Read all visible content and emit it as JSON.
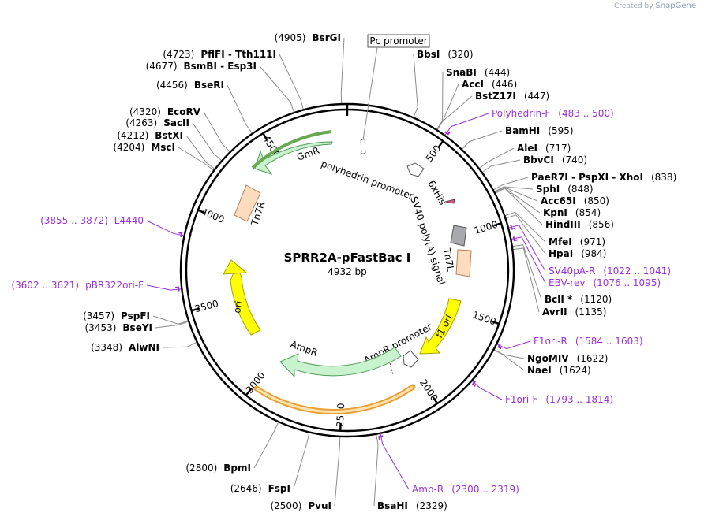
{
  "watermark": {
    "prefix": "Created by",
    "brand": "SnapGene"
  },
  "plasmid": {
    "name": "SPRR2A-pFastBac I",
    "size_label": "4932 bp",
    "length": 4932
  },
  "ticks": [
    {
      "pos": 500,
      "label": "500"
    },
    {
      "pos": 1000,
      "label": "1000"
    },
    {
      "pos": 1500,
      "label": "1500"
    },
    {
      "pos": 2000,
      "label": "2000"
    },
    {
      "pos": 2500,
      "label": "2500"
    },
    {
      "pos": 3000,
      "label": "3000"
    },
    {
      "pos": 3500,
      "label": "3500"
    },
    {
      "pos": 4000,
      "label": "4000"
    },
    {
      "pos": 4500,
      "label": "4500"
    }
  ],
  "sites": [
    {
      "pos": 4905,
      "name": "BsrGI",
      "coord": "(4905)"
    },
    {
      "pos": 4723,
      "name": "PflFI - Tth111I",
      "coord": "(4723)"
    },
    {
      "pos": 4677,
      "name": "BsmBI - Esp3I",
      "coord": "(4677)"
    },
    {
      "pos": 4456,
      "name": "BseRI",
      "coord": "(4456)"
    },
    {
      "pos": 4320,
      "name": "EcoRV",
      "coord": "(4320)"
    },
    {
      "pos": 4263,
      "name": "SacII",
      "coord": "(4263)"
    },
    {
      "pos": 4212,
      "name": "BstXI",
      "coord": "(4212)"
    },
    {
      "pos": 4204,
      "name": "MscI",
      "coord": "(4204)"
    },
    {
      "pos": 320,
      "name": "BbsI",
      "coord": "(320)"
    },
    {
      "pos": 444,
      "name": "SnaBI",
      "coord": "(444)"
    },
    {
      "pos": 446,
      "name": "AccI",
      "coord": "(446)"
    },
    {
      "pos": 447,
      "name": "BstZ17I",
      "coord": "(447)"
    },
    {
      "pos": 595,
      "name": "BamHI",
      "coord": "(595)"
    },
    {
      "pos": 717,
      "name": "AleI",
      "coord": "(717)"
    },
    {
      "pos": 740,
      "name": "BbvCI",
      "coord": "(740)"
    },
    {
      "pos": 838,
      "name": "PaeR7I - PspXI - XhoI",
      "coord": "(838)"
    },
    {
      "pos": 848,
      "name": "SphI",
      "coord": "(848)"
    },
    {
      "pos": 850,
      "name": "Acc65I",
      "coord": "(850)"
    },
    {
      "pos": 854,
      "name": "KpnI",
      "coord": "(854)"
    },
    {
      "pos": 856,
      "name": "HindIII",
      "coord": "(856)"
    },
    {
      "pos": 971,
      "name": "MfeI",
      "coord": "(971)"
    },
    {
      "pos": 984,
      "name": "HpaI",
      "coord": "(984)"
    },
    {
      "pos": 1120,
      "name": "BclI *",
      "coord": "(1120)"
    },
    {
      "pos": 1135,
      "name": "AvrII",
      "coord": "(1135)"
    },
    {
      "pos": 1622,
      "name": "NgoMIV",
      "coord": "(1622)"
    },
    {
      "pos": 1624,
      "name": "NaeI",
      "coord": "(1624)"
    },
    {
      "pos": 2329,
      "name": "BsaHI",
      "coord": "(2329)"
    },
    {
      "pos": 2500,
      "name": "PvuI",
      "coord": "(2500)"
    },
    {
      "pos": 2646,
      "name": "FspI",
      "coord": "(2646)"
    },
    {
      "pos": 2800,
      "name": "BpmI",
      "coord": "(2800)"
    },
    {
      "pos": 3348,
      "name": "AlwNI",
      "coord": "(3348)"
    },
    {
      "pos": 3453,
      "name": "BseYI",
      "coord": "(3453)"
    },
    {
      "pos": 3457,
      "name": "PspFI",
      "coord": "(3457)"
    }
  ],
  "primers": [
    {
      "pos": 491,
      "name": "Polyhedrin-F",
      "range": "(483 .. 500)"
    },
    {
      "pos": 1031,
      "name": "SV40pA-R",
      "range": "(1022 .. 1041)"
    },
    {
      "pos": 1085,
      "name": "EBV-rev",
      "range": "(1076 .. 1095)"
    },
    {
      "pos": 1593,
      "name": "F1ori-R",
      "range": "(1584 .. 1603)"
    },
    {
      "pos": 1803,
      "name": "F1ori-F",
      "range": "(1793 .. 1814)"
    },
    {
      "pos": 2309,
      "name": "Amp-R",
      "range": "(2300 .. 2319)"
    },
    {
      "pos": 3611,
      "name": "pBR322ori-F",
      "range": "(3602 .. 3621)"
    },
    {
      "pos": 3863,
      "name": "L4440",
      "range": "(3855 .. 3872)"
    }
  ],
  "features": [
    {
      "name": "GmR",
      "kind": "cds",
      "color": "#c9f2cf"
    },
    {
      "name": "polyhedrin promoter",
      "kind": "promoter",
      "color": "#ffffff"
    },
    {
      "name": "6xHis",
      "kind": "tag",
      "color": "#c06080"
    },
    {
      "name": "SV40 poly(A) signal",
      "kind": "terminator",
      "color": "#a7a9ad"
    },
    {
      "name": "Tn7L",
      "kind": "misc",
      "color": "#fcdcbc"
    },
    {
      "name": "Tn7R",
      "kind": "misc",
      "color": "#fcdcbc"
    },
    {
      "name": "f1 ori",
      "kind": "origin",
      "color": "#ffff00"
    },
    {
      "name": "AmpR promoter",
      "kind": "promoter",
      "color": "#ffffff"
    },
    {
      "name": "AmpR",
      "kind": "cds",
      "color": "#c9f2cf"
    },
    {
      "name": "ori",
      "kind": "origin",
      "color": "#ffff00"
    },
    {
      "name": "Pc promoter",
      "kind": "boxed-label",
      "color": "#ffffff"
    }
  ],
  "colors": {
    "primer": "#9b30d9",
    "backbone": "#000000",
    "cds_fill": "#c9f2cf",
    "cds_stroke": "#4f9a5a",
    "origin_fill": "#ffff00",
    "origin_stroke": "#a8a000",
    "leader_line": "#8c8c8c"
  }
}
